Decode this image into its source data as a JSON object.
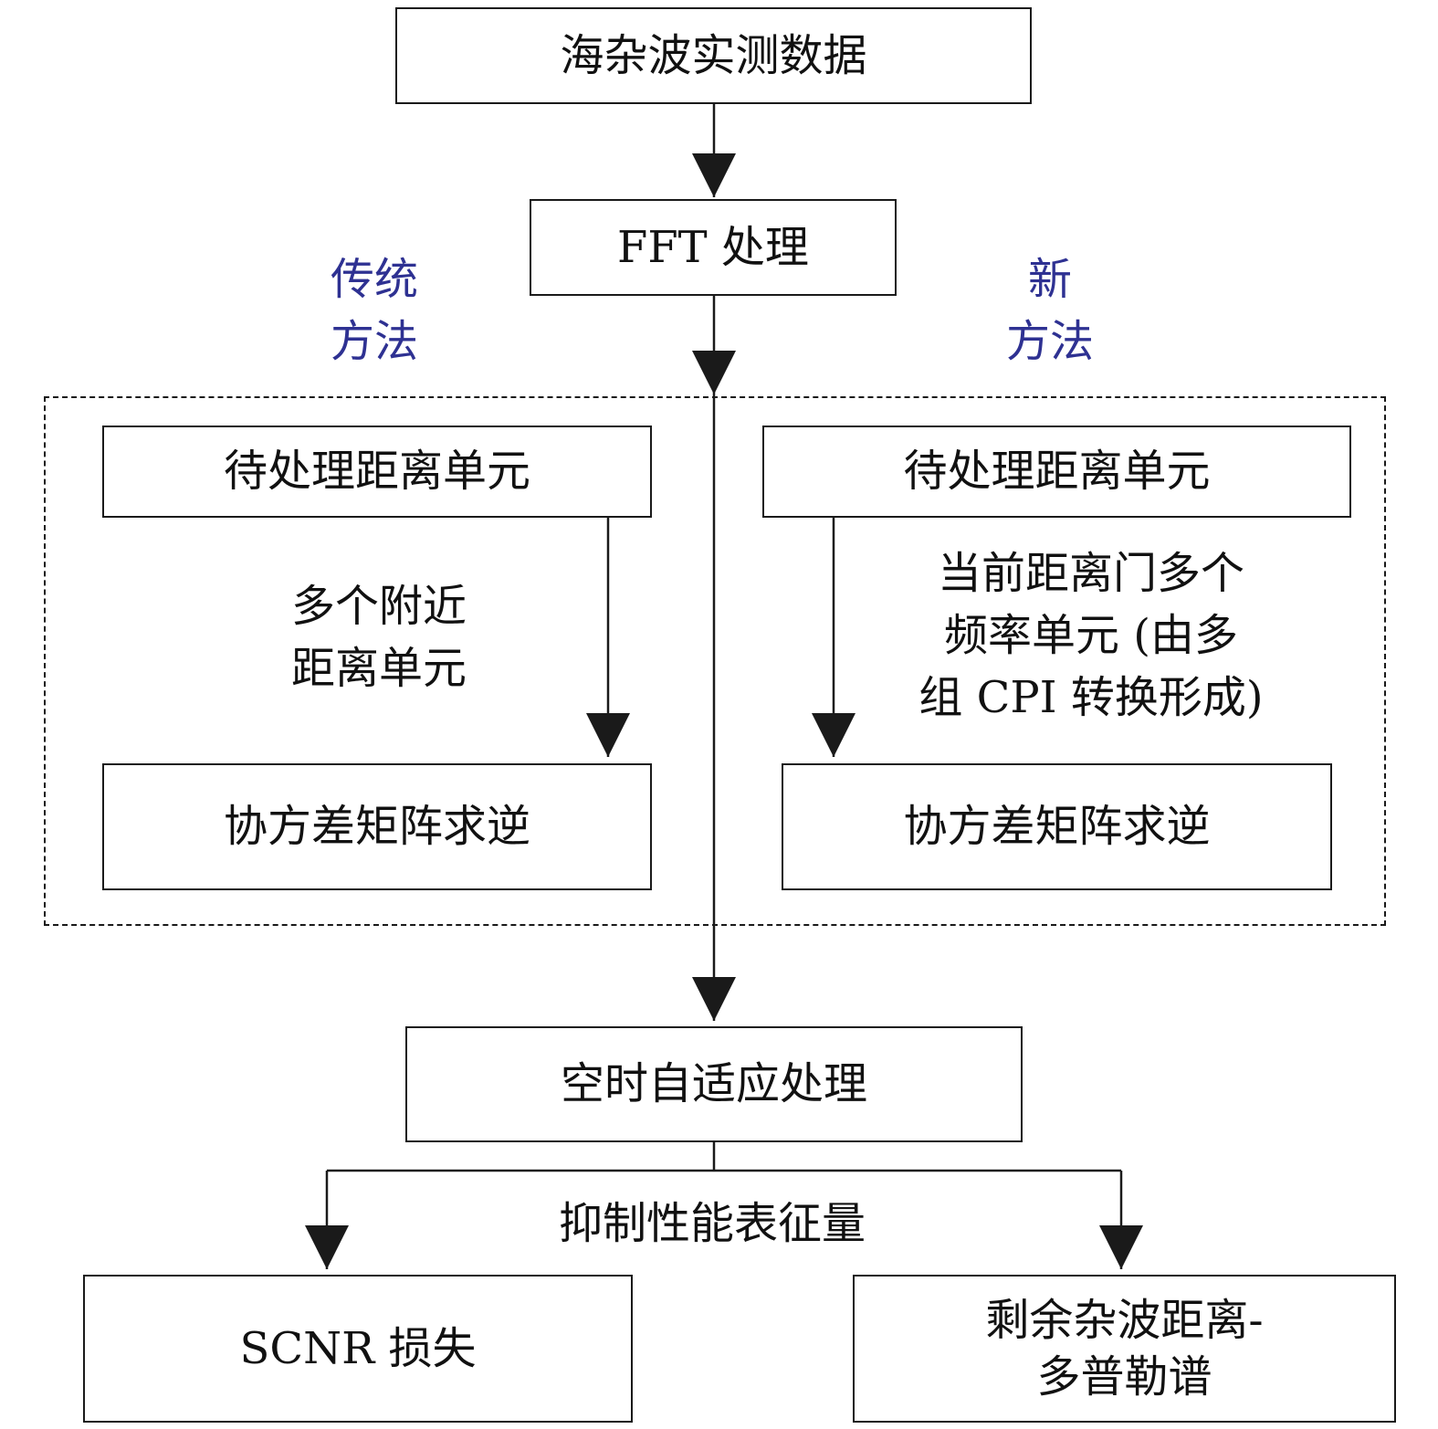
{
  "top_box": "海杂波实测数据",
  "fft_box": "FFT 处理",
  "left_method": {
    "line1": "传统",
    "line2": "方法"
  },
  "right_method": {
    "line1": "新",
    "line2": "方法"
  },
  "left_branch": {
    "cell_box": "待处理距离单元",
    "edge_label": {
      "line1": "多个附近",
      "line2": "距离单元"
    },
    "inverse_box": "协方差矩阵求逆"
  },
  "right_branch": {
    "cell_box": "待处理距离单元",
    "edge_label": {
      "line1": "当前距离门多个",
      "line2": "频率单元 (由多",
      "line3": "组 CPI 转换形成)"
    },
    "inverse_box": "协方差矩阵求逆"
  },
  "stap_box": "空时自适应处理",
  "metric_label": "抑制性能表征量",
  "scnr_box": "SCNR 损失",
  "spectrum_box": {
    "line1": "剩余杂波距离-",
    "line2": "多普勒谱"
  },
  "colors": {
    "method_label": "#2e3192",
    "line": "#1a1a1a"
  }
}
